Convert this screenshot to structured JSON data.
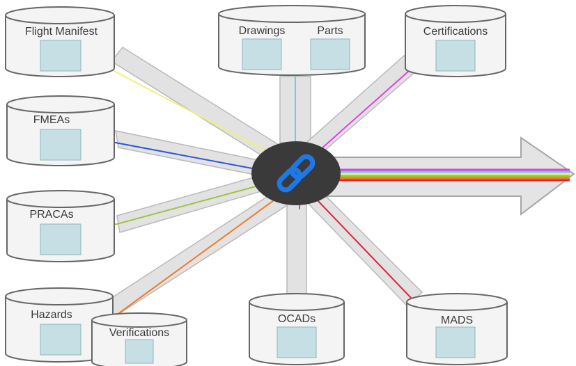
{
  "databases": [
    {
      "id": "flight-manifest",
      "label": "Flight Manifest"
    },
    {
      "id": "drawings-parts",
      "labels": [
        "Drawings",
        "Parts"
      ]
    },
    {
      "id": "certifications",
      "label": "Certifications"
    },
    {
      "id": "fmeas",
      "label": "FMEAs"
    },
    {
      "id": "pracas",
      "label": "PRACAs"
    },
    {
      "id": "hazards",
      "label": "Hazards"
    },
    {
      "id": "verifications",
      "label": "Verifications"
    },
    {
      "id": "ocads",
      "label": "OCADs"
    },
    {
      "id": "mads",
      "label": "MADS"
    }
  ],
  "hub": {
    "icon": "chain-link-icon",
    "fill": "#3a3a3a",
    "link_color": "#1f78e8"
  },
  "line_colors": {
    "flight-manifest": "#f0f07a",
    "drawings": "#6fc6f0",
    "certifications": "#e23fe0",
    "fmeas": "#2f56e0",
    "pracas": "#9ec33a",
    "hazards": "#f07a2a",
    "mads": "#e0243a"
  },
  "output_arrow_stripes": [
    "#e23fe0",
    "#6fc6f0",
    "#f0f07a",
    "#9ec33a",
    "#f07a2a",
    "#e0243a"
  ]
}
